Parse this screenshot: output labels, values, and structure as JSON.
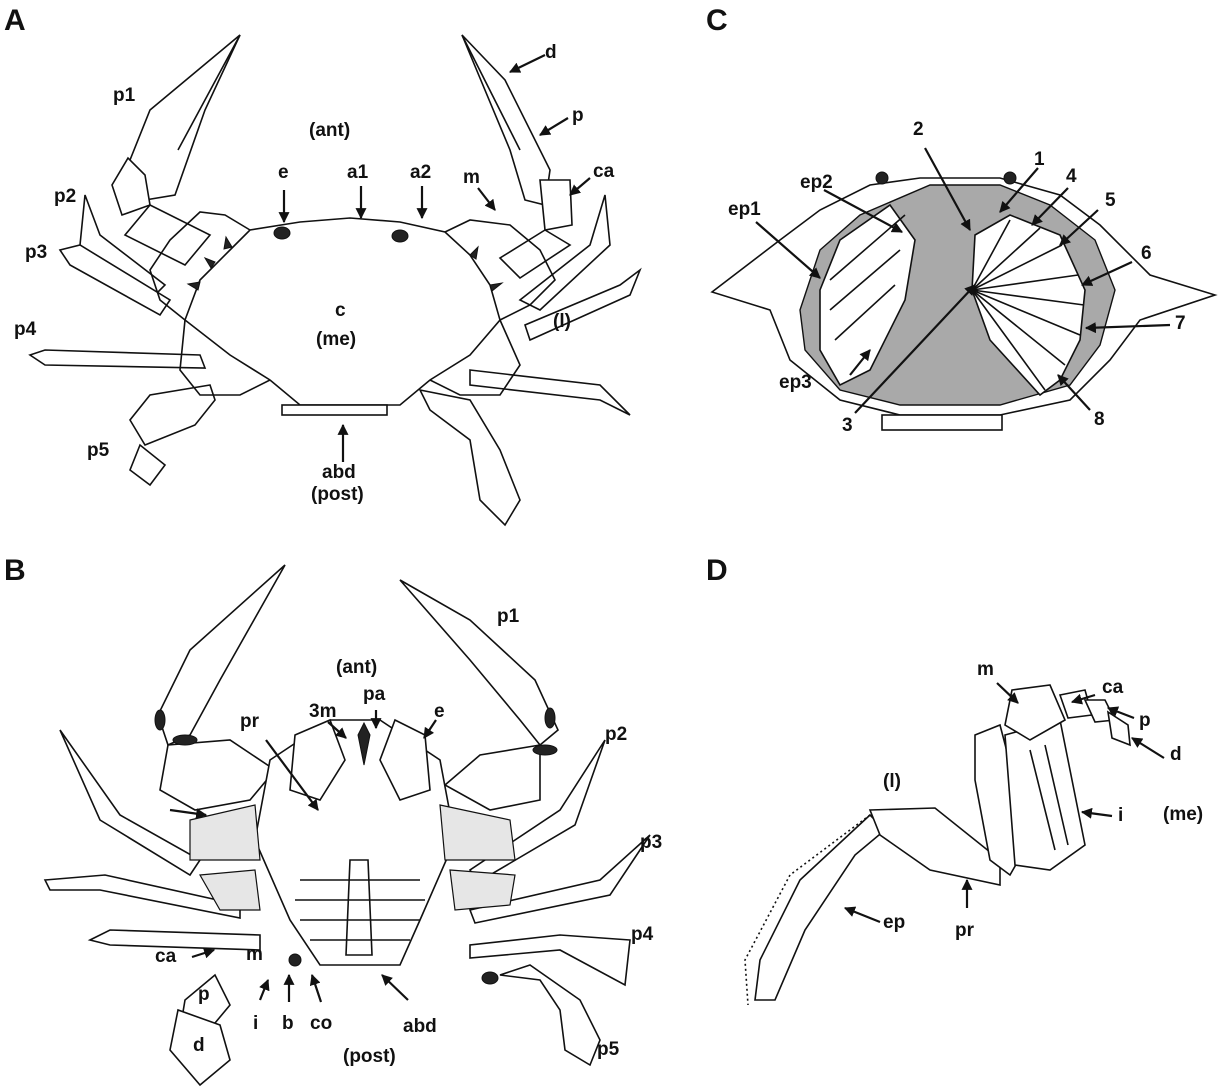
{
  "panels": {
    "a": {
      "letter": "A",
      "labels": {
        "p1": "p1",
        "p2": "p2",
        "p3": "p3",
        "p4": "p4",
        "p5": "p5",
        "ant": "(ant)",
        "e": "e",
        "a1": "a1",
        "a2": "a2",
        "m": "m",
        "d": "d",
        "p": "p",
        "ca": "ca",
        "c": "c",
        "me": "(me)",
        "l": "(l)",
        "abd": "abd",
        "post": "(post)"
      }
    },
    "b": {
      "letter": "B",
      "labels": {
        "ant": "(ant)",
        "p1": "p1",
        "p2": "p2",
        "p3": "p3",
        "p4": "p4",
        "p5": "p5",
        "pr": "pr",
        "m3": "3m",
        "pa": "pa",
        "e": "e",
        "ca": "ca",
        "m": "m",
        "p": "p",
        "i": "i",
        "b": "b",
        "co": "co",
        "abd": "abd",
        "post": "(post)",
        "d": "d"
      }
    },
    "c": {
      "letter": "C",
      "labels": {
        "n1": "1",
        "n2": "2",
        "n3": "3",
        "n4": "4",
        "n5": "5",
        "n6": "6",
        "n7": "7",
        "n8": "8",
        "ep1": "ep1",
        "ep2": "ep2",
        "ep3": "ep3"
      }
    },
    "d": {
      "letter": "D",
      "labels": {
        "m": "m",
        "ca": "ca",
        "p": "p",
        "d": "d",
        "l": "(l)",
        "i": "i",
        "me": "(me)",
        "ep": "ep",
        "pr": "pr"
      }
    }
  }
}
